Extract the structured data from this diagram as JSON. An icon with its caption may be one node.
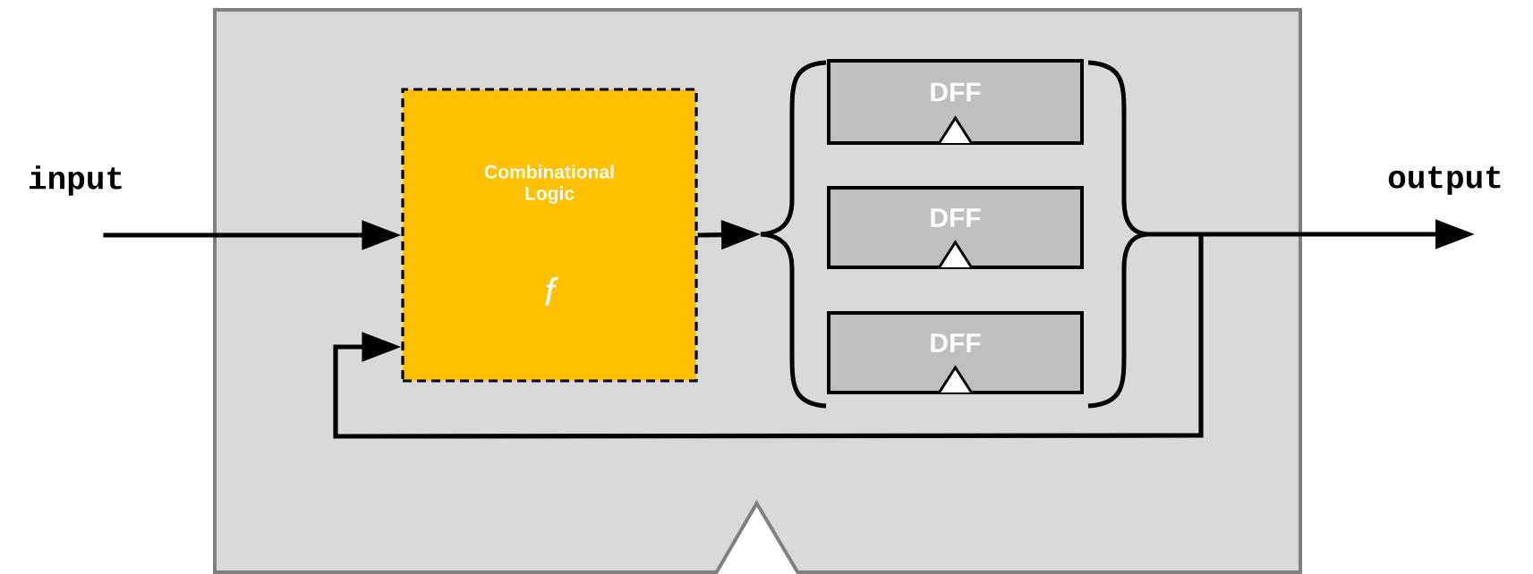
{
  "diagram": {
    "nodes": [
      {
        "text": [],
        "shape": "box"
      },
      {
        "text": [
          "Combinational Logic",
          "f"
        ],
        "in": 0
      },
      {
        "text": [],
        "shape": "brace",
        "in": 0
      },
      {
        "text": [
          "DFF"
        ],
        "in": 0
      },
      {
        "text": [
          "DFF"
        ],
        "in": 0
      },
      {
        "text": [
          "DFF"
        ],
        "in": 0
      },
      {
        "text": [],
        "shape": "brace",
        "in": 0
      }
    ],
    "edges": [
      {
        "from": null,
        "to": 1,
        "arrow": "to"
      },
      {
        "from": 1,
        "to": 2,
        "arrow": "to"
      },
      {
        "from": 6,
        "to": null,
        "arrow": "to"
      },
      {
        "from": 6,
        "to": 1,
        "arrow": "to"
      }
    ],
    "labels": [
      "input",
      "output"
    ]
  }
}
